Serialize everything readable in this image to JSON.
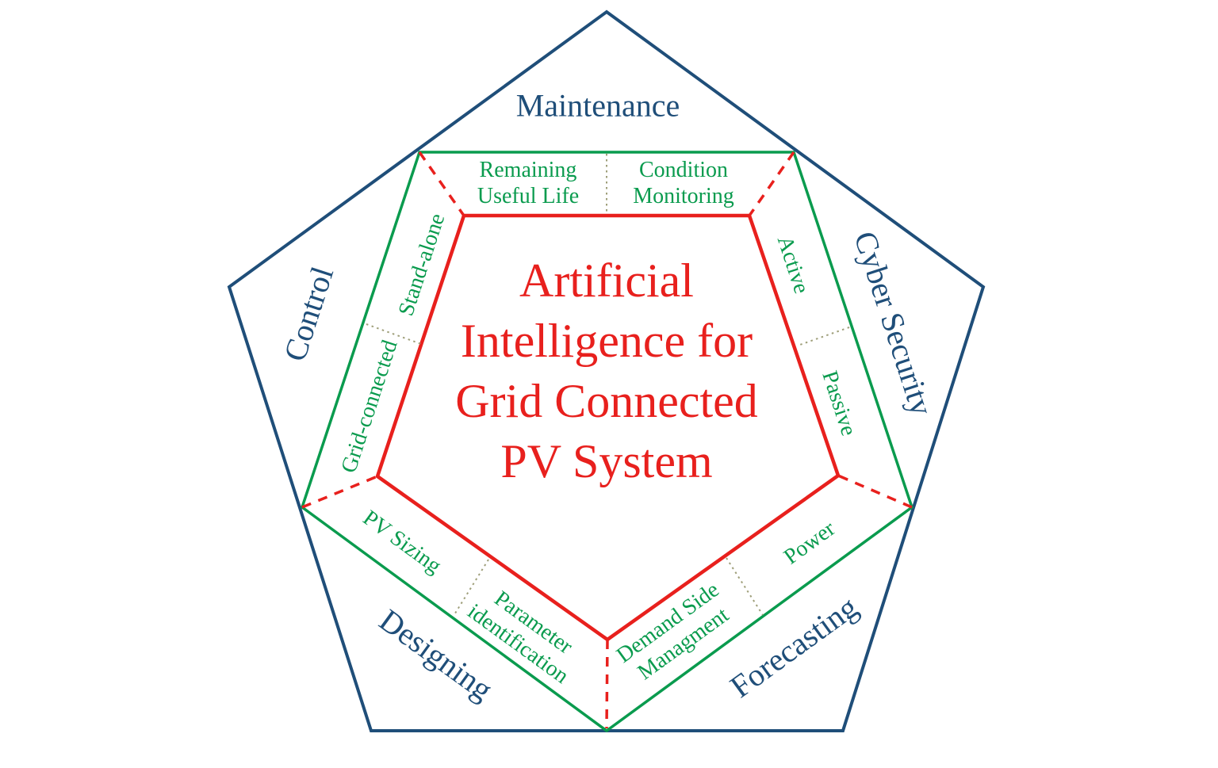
{
  "diagram": {
    "center_title": {
      "line1": "Artificial",
      "line2": "Intelligence for",
      "line3": "Grid Connected",
      "line4": "PV System"
    },
    "outer_labels": {
      "maintenance": "Maintenance",
      "cyber_security": "Cyber Security",
      "forecasting": "Forecasting",
      "designing": "Designing",
      "control": "Control"
    },
    "sub_labels": {
      "remaining_useful_life": {
        "line1": "Remaining",
        "line2": "Useful Life"
      },
      "condition_monitoring": {
        "line1": "Condition",
        "line2": "Monitoring"
      },
      "active": "Active",
      "passive": "Passive",
      "power": "Power",
      "demand_side_managment": {
        "line1": "Demand Side",
        "line2": "Managment"
      },
      "parameter_identification": {
        "line1": "Parameter",
        "line2": "identification"
      },
      "pv_sizing": "PV Sizing",
      "grid_connected": "Grid-connected",
      "stand_alone": "Stand-alone"
    }
  },
  "colors": {
    "blue": "#1f4e79",
    "green": "#0a9b4e",
    "red": "#e8201d",
    "divider": "#9f9f7a"
  }
}
